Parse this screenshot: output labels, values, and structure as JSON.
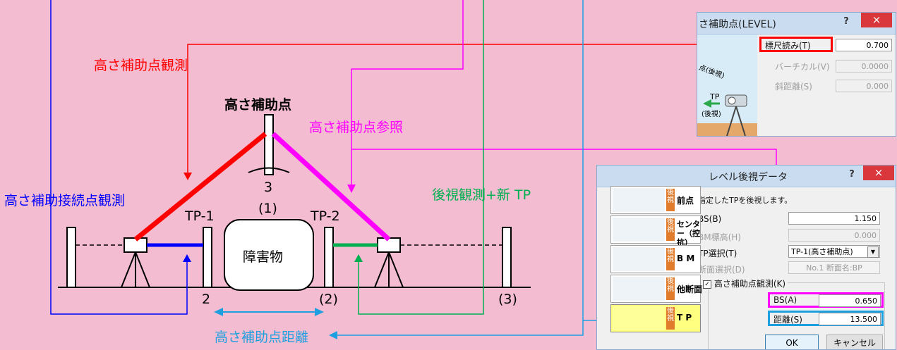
{
  "diagram": {
    "label_hojo_kansoku": "高さ補助点観測",
    "label_hojo_ten": "高さ補助点",
    "label_hojo_sansho": "高さ補助点参照",
    "label_setsuzoku": "高さ補助接続点観測",
    "label_koushi_shin_tp": "後視観測+新 TP",
    "label_kyori": "高さ補助点距離",
    "label_obstacle": "障害物",
    "label_tp1": "TP-1",
    "label_tp2": "TP-2",
    "label_3": "3",
    "label_p1": "(1)",
    "label_2": "2",
    "label_p2": "(2)",
    "label_p3": "(3)",
    "colors": {
      "red": "#ff0000",
      "magenta": "#ff00ff",
      "blue": "#0000ff",
      "green": "#00b050",
      "cyan": "#1ea0e0"
    }
  },
  "level_dialog": {
    "title": "さ補助点(LEVEL)",
    "help": "?",
    "close": "×",
    "fields": [
      {
        "label": "標尺読み(T)",
        "value": "0.700",
        "enabled": true
      },
      {
        "label": "バーチカル(V)",
        "value": "0.0000",
        "enabled": false
      },
      {
        "label": "斜距離(S)",
        "value": "0.000",
        "enabled": false
      }
    ],
    "illustration": {
      "tag1": "点(後視)",
      "tag2": "TP",
      "tag3": "(後視)"
    }
  },
  "backsight_dialog": {
    "title": "レベル後視データ",
    "help": "?",
    "close": "×",
    "instruction": "指定したTPを後視します。",
    "side_buttons": [
      {
        "tag": "後視",
        "label": "前点"
      },
      {
        "tag": "後視",
        "label": "センター（控抗）"
      },
      {
        "tag": "後視",
        "label": "B M"
      },
      {
        "tag": "後視",
        "label": "他断面"
      },
      {
        "tag": "後視",
        "label": "T P"
      }
    ],
    "bs_label": "BS(B)",
    "bs_value": "1.150",
    "bm_label": "BM標高(H)",
    "bm_value": "0.000",
    "tp_label": "TP選択(T)",
    "tp_value": "TP-1(高さ補助点)",
    "section_label": "断面選択(D)",
    "section_value": "No.1 断面名:BP",
    "checkbox_label": "高さ補助点観測(K)",
    "bs2_label": "BS(A)",
    "bs2_value": "0.650",
    "dist_label": "距離(S)",
    "dist_value": "13.500",
    "ok": "OK",
    "cancel": "キャンセル"
  }
}
